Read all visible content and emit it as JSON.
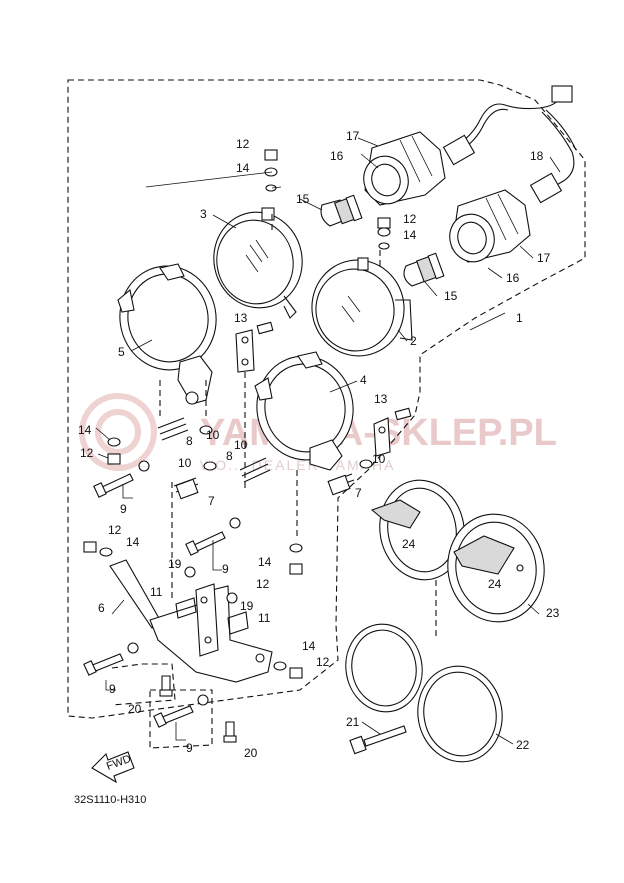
{
  "diagram": {
    "watermark_main": "YAMAHA-SKLEP.PL",
    "watermark_sub": "WO... DEALER YAMAHA",
    "drawing_code": "32S1110-H310",
    "fwd_label": "FWD",
    "callouts": [
      {
        "id": "c1",
        "text": "1"
      },
      {
        "id": "c2",
        "text": "2"
      },
      {
        "id": "c3",
        "text": "3"
      },
      {
        "id": "c4",
        "text": "4"
      },
      {
        "id": "c5",
        "text": "5"
      },
      {
        "id": "c6",
        "text": "6"
      },
      {
        "id": "c7a",
        "text": "7"
      },
      {
        "id": "c7b",
        "text": "7"
      },
      {
        "id": "c8a",
        "text": "8"
      },
      {
        "id": "c8b",
        "text": "8"
      },
      {
        "id": "c9a",
        "text": "9"
      },
      {
        "id": "c9b",
        "text": "9"
      },
      {
        "id": "c9c",
        "text": "9"
      },
      {
        "id": "c9d",
        "text": "9"
      },
      {
        "id": "c10a",
        "text": "10"
      },
      {
        "id": "c10b",
        "text": "10"
      },
      {
        "id": "c10c",
        "text": "10"
      },
      {
        "id": "c10d",
        "text": "10"
      },
      {
        "id": "c11a",
        "text": "11"
      },
      {
        "id": "c11b",
        "text": "11"
      },
      {
        "id": "c12a",
        "text": "12"
      },
      {
        "id": "c12b",
        "text": "12"
      },
      {
        "id": "c12c",
        "text": "12"
      },
      {
        "id": "c12d",
        "text": "12"
      },
      {
        "id": "c12e",
        "text": "12"
      },
      {
        "id": "c12f",
        "text": "12"
      },
      {
        "id": "c13a",
        "text": "13"
      },
      {
        "id": "c13b",
        "text": "13"
      },
      {
        "id": "c14a",
        "text": "14"
      },
      {
        "id": "c14b",
        "text": "14"
      },
      {
        "id": "c14c",
        "text": "14"
      },
      {
        "id": "c14d",
        "text": "14"
      },
      {
        "id": "c14e",
        "text": "14"
      },
      {
        "id": "c14f",
        "text": "14"
      },
      {
        "id": "c15a",
        "text": "15"
      },
      {
        "id": "c15b",
        "text": "15"
      },
      {
        "id": "c16a",
        "text": "16"
      },
      {
        "id": "c16b",
        "text": "16"
      },
      {
        "id": "c17a",
        "text": "17"
      },
      {
        "id": "c17b",
        "text": "17"
      },
      {
        "id": "c18",
        "text": "18"
      },
      {
        "id": "c19a",
        "text": "19"
      },
      {
        "id": "c19b",
        "text": "19"
      },
      {
        "id": "c20a",
        "text": "20"
      },
      {
        "id": "c20b",
        "text": "20"
      },
      {
        "id": "c21",
        "text": "21"
      },
      {
        "id": "c22",
        "text": "22"
      },
      {
        "id": "c23",
        "text": "23"
      },
      {
        "id": "c24a",
        "text": "24"
      },
      {
        "id": "c24b",
        "text": "24"
      }
    ]
  }
}
